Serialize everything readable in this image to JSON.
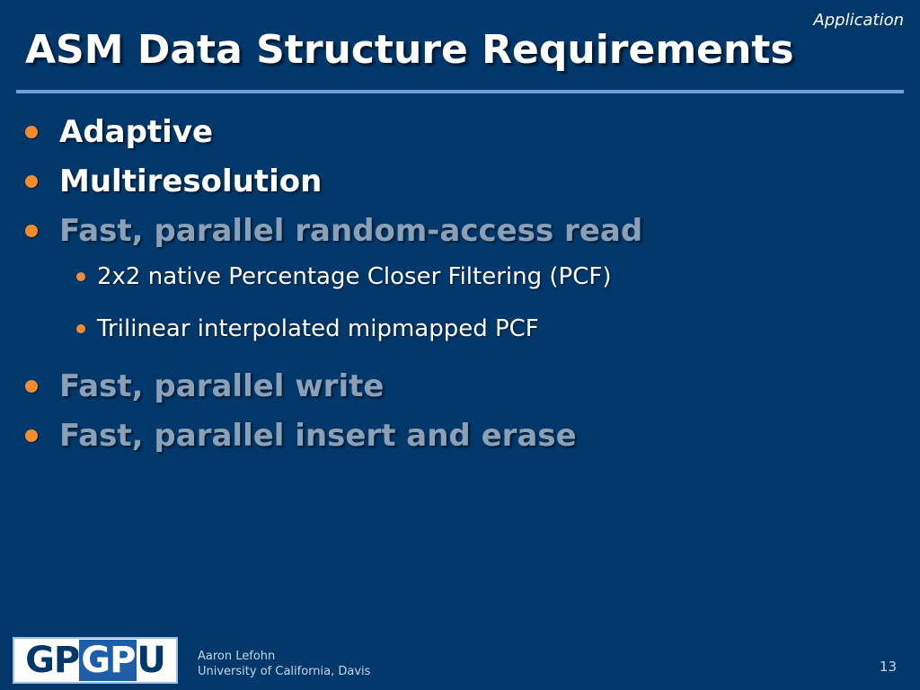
{
  "header": {
    "section": "Application",
    "title": "ASM Data Structure Requirements"
  },
  "bullets": [
    {
      "text": "Adaptive",
      "emphasis": "active"
    },
    {
      "text": "Multiresolution",
      "emphasis": "active"
    },
    {
      "text": "Fast, parallel random-access read",
      "emphasis": "dimmed",
      "sub": [
        "2x2 native Percentage Closer Filtering (PCF)",
        "Trilinear interpolated mipmapped PCF"
      ]
    },
    {
      "text": "Fast, parallel write",
      "emphasis": "dimmed"
    },
    {
      "text": "Fast, parallel insert and erase",
      "emphasis": "dimmed"
    }
  ],
  "footer": {
    "logo_text": "GPGPU",
    "author": "Aaron Lefohn",
    "affiliation": "University of California, Davis",
    "page_number": "13"
  },
  "colors": {
    "background": "#00386b",
    "bullet_accent": "#f28c2f",
    "rule": "#6aa2d8",
    "active_text": "#ffffff",
    "dimmed_text": "#8aa0b6"
  }
}
